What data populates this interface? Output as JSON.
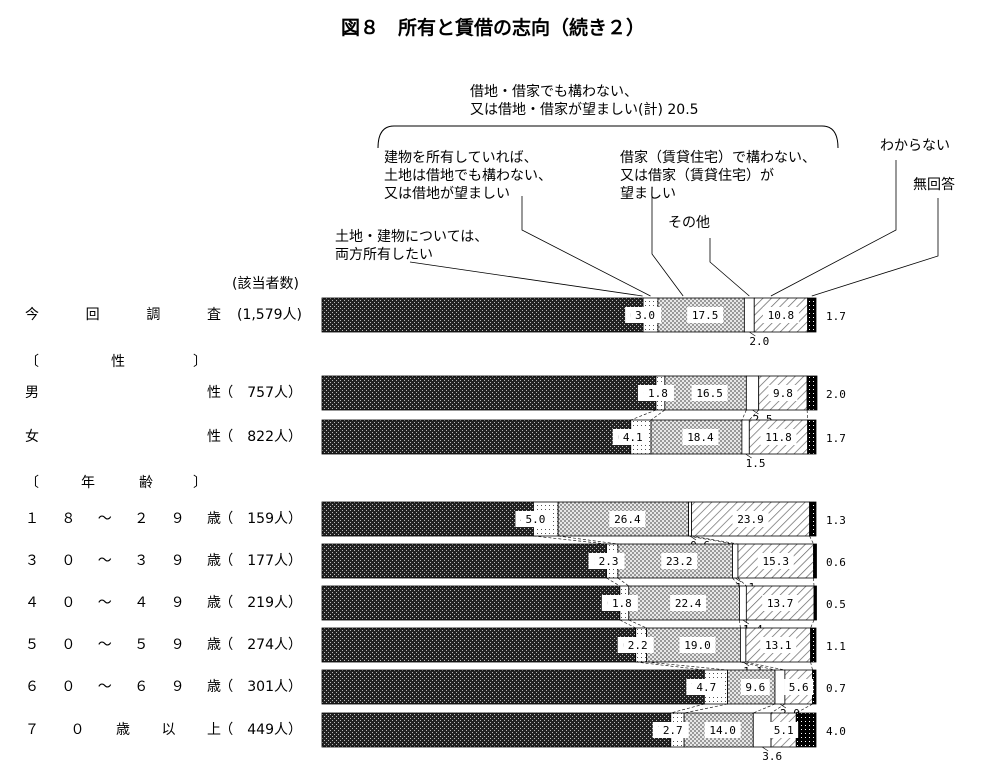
{
  "chart_data": {
    "type": "bar",
    "stacked": true,
    "orientation": "horizontal",
    "normalized": true,
    "title": "図８　所有と賃借の志向（続き２）",
    "count_header": "(該当者数)",
    "group_bracket_label": "借地・借家でも構わない、\n又は借地・借家が望ましい(計)  20.5",
    "categories": [
      {
        "name": "今回調査",
        "count": "(1,579人)"
      },
      {
        "name": "〔性〕",
        "header": true
      },
      {
        "name": "男性",
        "count": "（　757人）"
      },
      {
        "name": "女性",
        "count": "（　822人）"
      },
      {
        "name": "〔年齢〕",
        "header": true
      },
      {
        "name": "１８～２９歳",
        "count": "（　159人）"
      },
      {
        "name": "３０～３９歳",
        "count": "（　177人）"
      },
      {
        "name": "４０～４９歳",
        "count": "（　219人）"
      },
      {
        "name": "５０～５９歳",
        "count": "（　274人）"
      },
      {
        "name": "６０～６９歳",
        "count": "（　301人）"
      },
      {
        "name": "７０歳以上",
        "count": "（　449人）"
      }
    ],
    "row_label_display": [
      [
        "今",
        "回",
        "調",
        "査"
      ],
      [
        "〔",
        "性",
        "〕"
      ],
      [
        "男",
        "性"
      ],
      [
        "女",
        "性"
      ],
      [
        "〔",
        "年",
        "齢",
        "〕"
      ],
      [
        "１",
        "８",
        "～",
        "２",
        "９",
        "歳"
      ],
      [
        "３",
        "０",
        "～",
        "３",
        "９",
        "歳"
      ],
      [
        "４",
        "０",
        "～",
        "４",
        "９",
        "歳"
      ],
      [
        "５",
        "０",
        "～",
        "５",
        "９",
        "歳"
      ],
      [
        "６",
        "０",
        "～",
        "６",
        "９",
        "歳"
      ],
      [
        "７",
        "０",
        "歳",
        "以",
        "上"
      ]
    ],
    "series": [
      {
        "name": "土地・建物については、\n両方所有したい",
        "values": [
          65.0,
          null,
          67.6,
          62.5,
          null,
          42.8,
          57.6,
          60.3,
          63.5,
          77.4,
          70.6
        ]
      },
      {
        "name": "建物を所有していれば、\n土地は借地でも構わない、\n又は借地が望ましい",
        "values": [
          3.0,
          null,
          1.8,
          4.1,
          null,
          5.0,
          2.3,
          1.8,
          2.2,
          4.7,
          2.7
        ]
      },
      {
        "name": "借家（賃貸住宅）で構わない、\n又は借家（賃貸住宅）が\n望ましい",
        "values": [
          17.5,
          null,
          16.5,
          18.4,
          null,
          26.4,
          23.2,
          22.4,
          19.0,
          9.6,
          14.0
        ]
      },
      {
        "name": "その他",
        "values": [
          2.0,
          null,
          2.5,
          1.5,
          null,
          0.6,
          1.1,
          1.4,
          1.1,
          2.0,
          3.6
        ]
      },
      {
        "name": "わからない",
        "values": [
          10.8,
          null,
          9.8,
          11.8,
          null,
          23.9,
          15.3,
          13.7,
          13.1,
          5.6,
          5.1
        ]
      },
      {
        "name": "無回答",
        "values": [
          1.7,
          null,
          2.0,
          1.7,
          null,
          1.3,
          0.6,
          0.5,
          1.1,
          0.7,
          4.0
        ]
      }
    ],
    "xlim": [
      0,
      100
    ],
    "grid": false,
    "legend": "callouts-top"
  }
}
